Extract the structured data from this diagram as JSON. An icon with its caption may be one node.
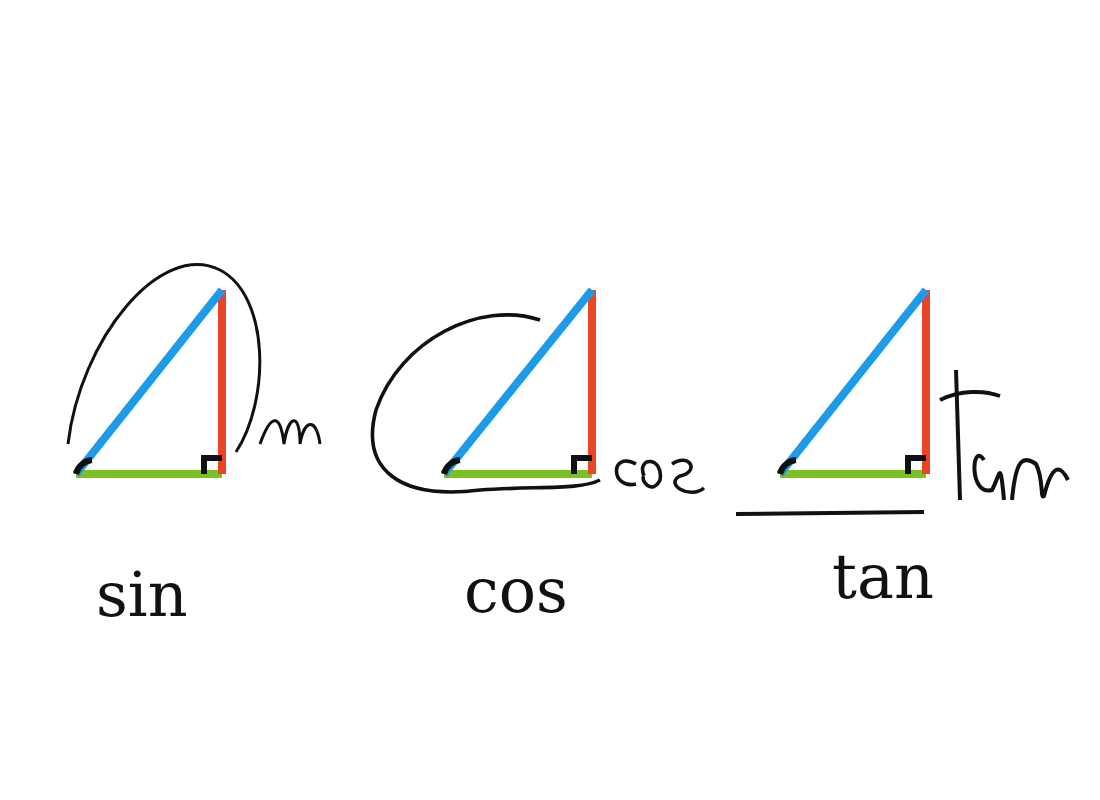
{
  "diagram": {
    "labels": [
      "sin",
      "cos",
      "tan"
    ]
  }
}
